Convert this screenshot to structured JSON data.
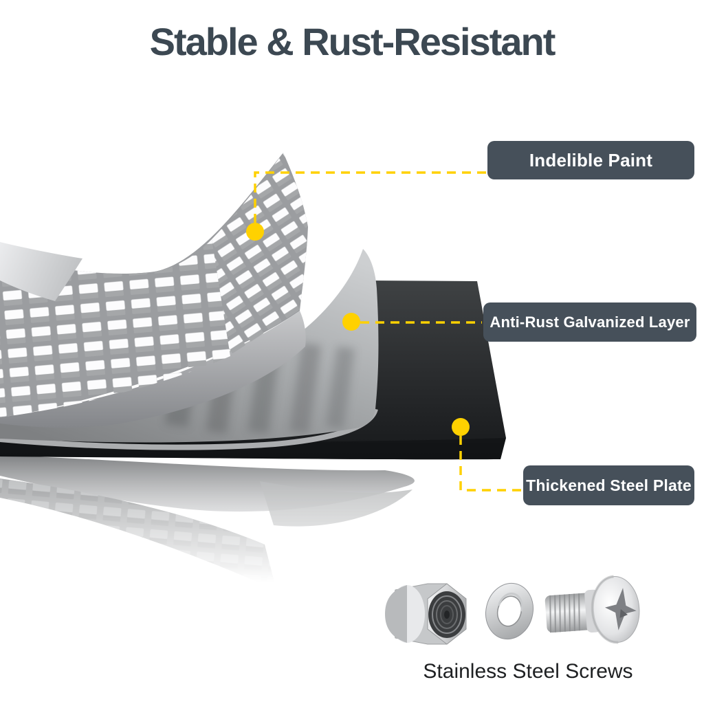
{
  "title": "Stable & Rust-Resistant",
  "callouts": [
    {
      "label": "Indelible Paint",
      "marker": "yellow-dot"
    },
    {
      "label": "Anti-Rust Galvanized Layer",
      "marker": "yellow-dot"
    },
    {
      "label": "Thickened Steel Plate",
      "marker": "yellow-dot"
    }
  ],
  "diagram": {
    "layers": [
      "Indelible Paint",
      "Anti-Rust Galvanized Layer",
      "Thickened Steel Plate"
    ]
  },
  "hardware": {
    "caption": "Stainless Steel Screws",
    "items": [
      "hex-nut",
      "washer",
      "phillips-screw"
    ]
  },
  "colors": {
    "accent_yellow": "#FFD100",
    "label_bg": "#46505A",
    "label_text": "#FFFFFF",
    "title_color": "#3C4852",
    "caption_color": "#1E2022",
    "page_bg": "#FFFFFF"
  }
}
